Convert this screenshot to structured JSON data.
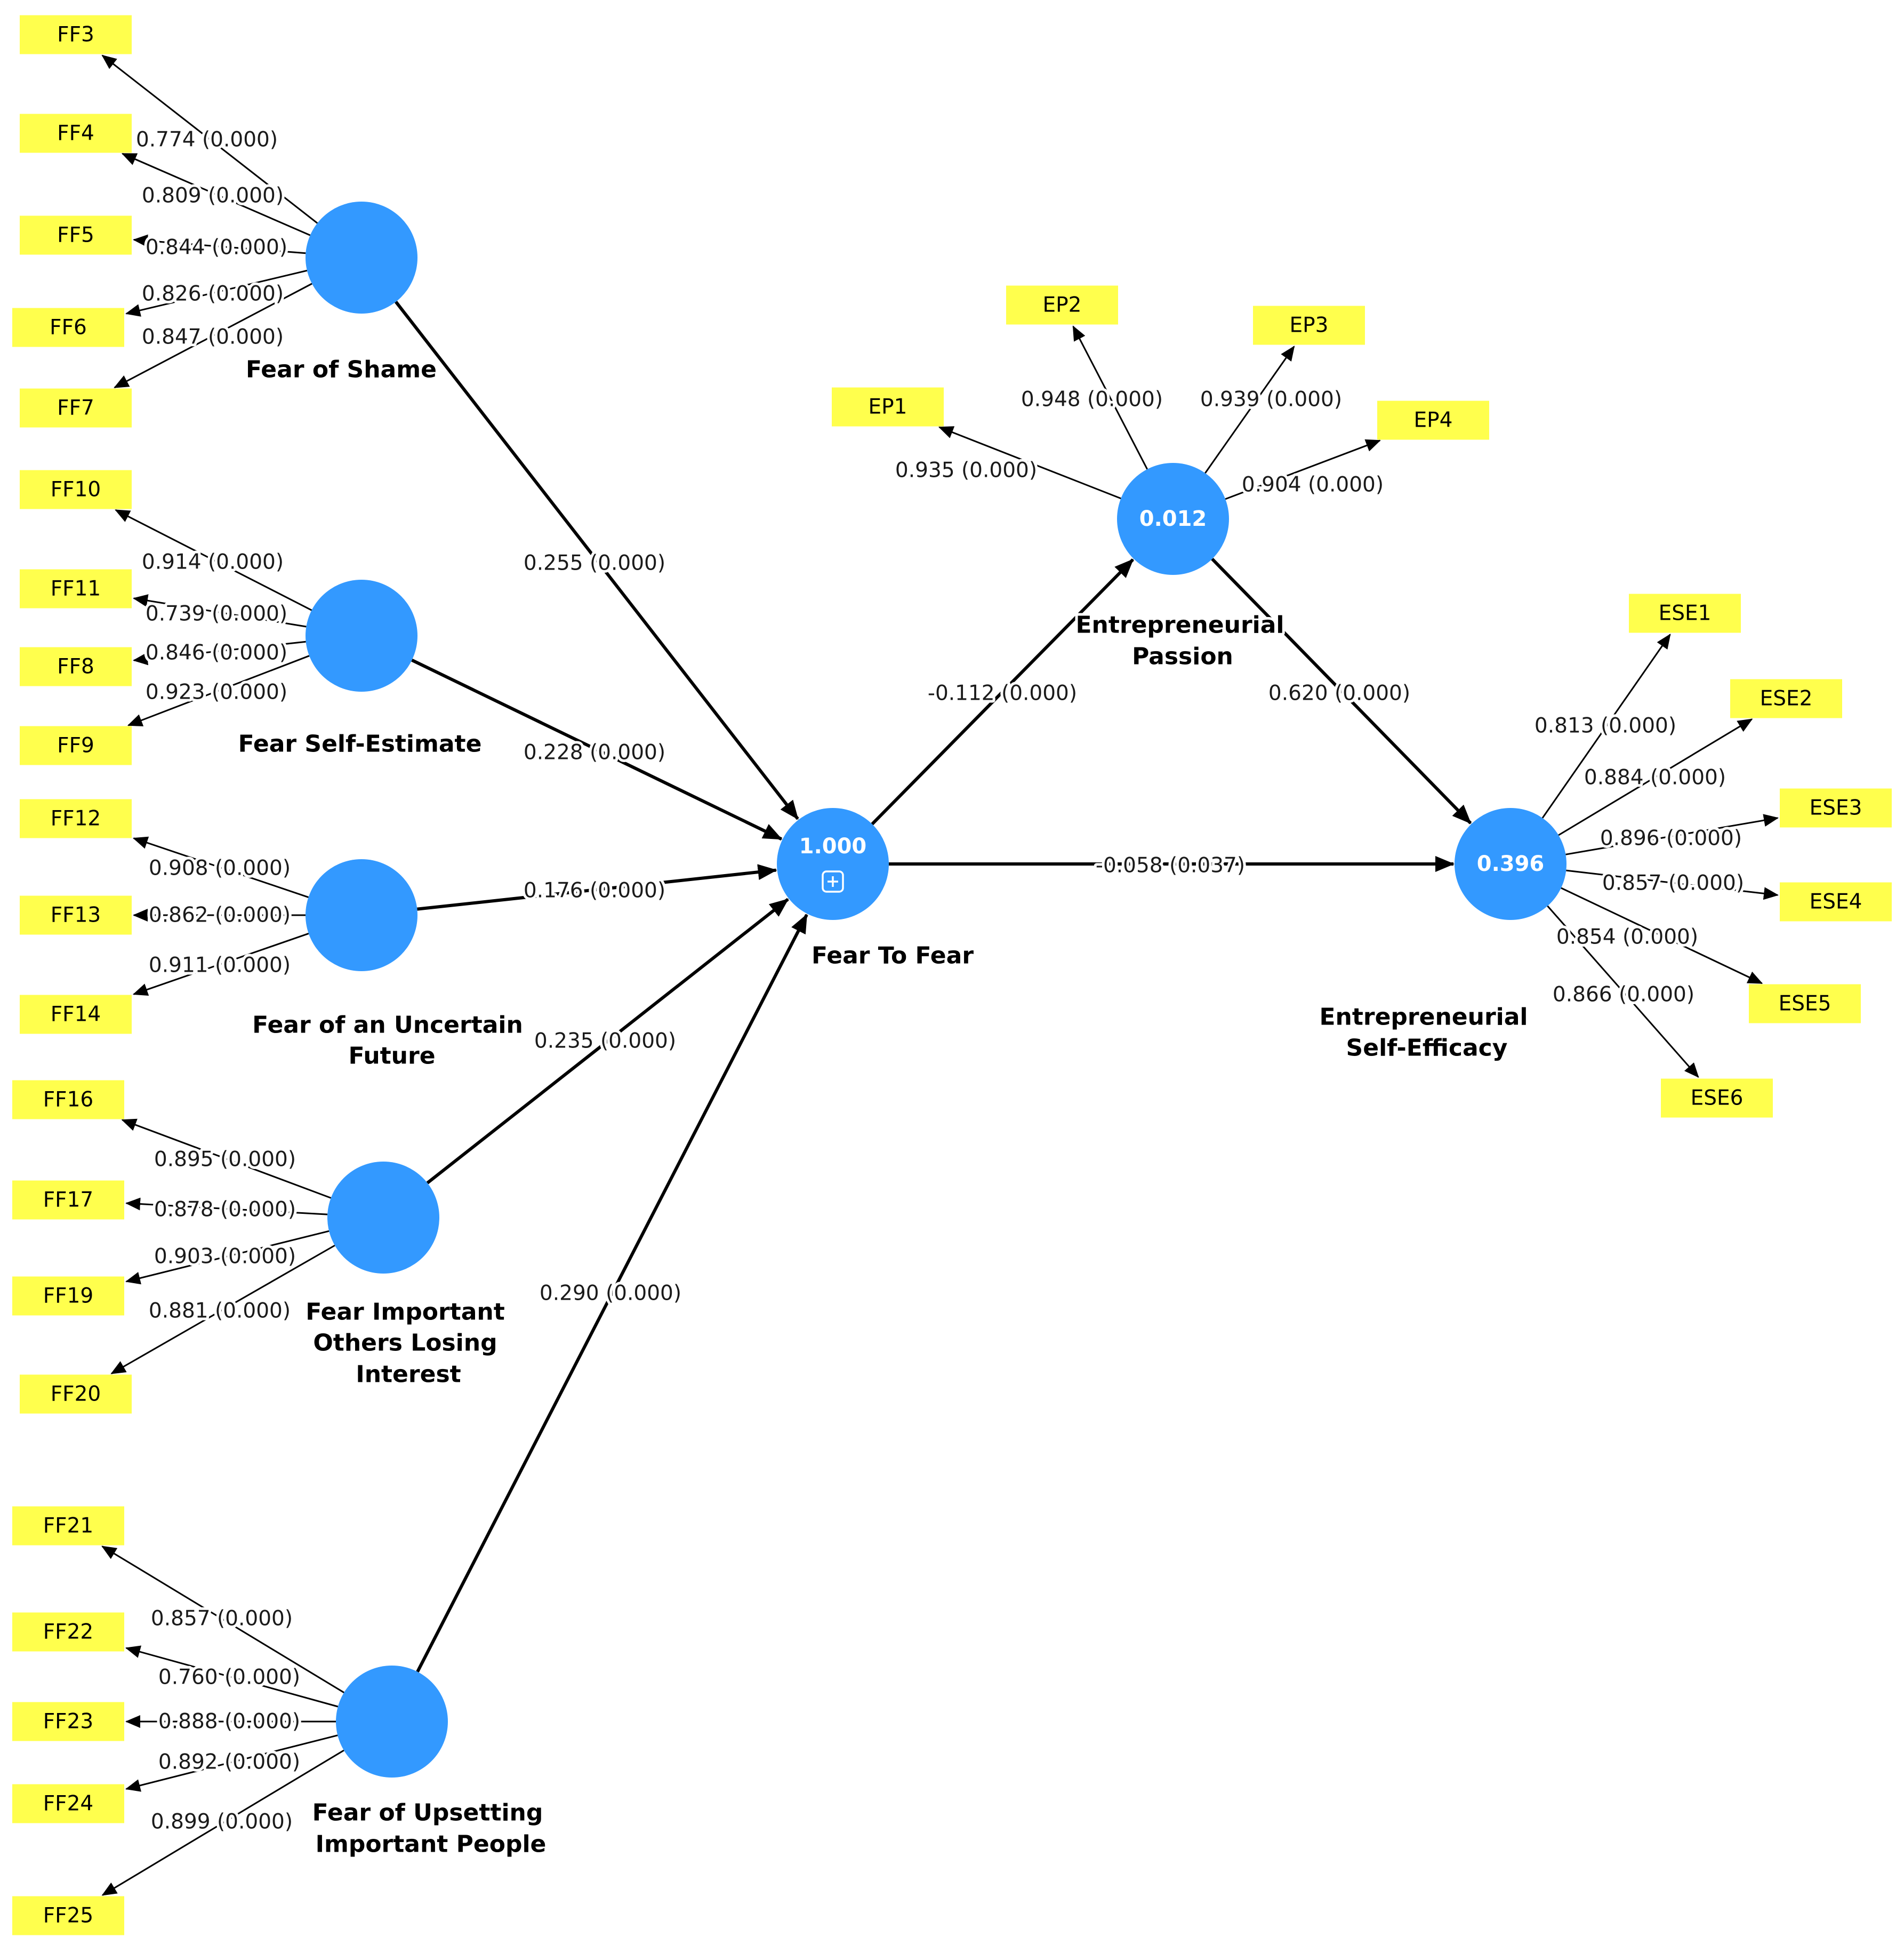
{
  "colors": {
    "latent_fill": "#3399ff",
    "indicator_fill": "#ffff4d",
    "line": "#000000",
    "background": "#ffffff"
  },
  "latent_variables": [
    {
      "id": "fear_of_shame",
      "label_lines": [
        "Fear of Shame"
      ],
      "value": ""
    },
    {
      "id": "fear_self_estimate",
      "label_lines": [
        "Fear Self-Estimate"
      ],
      "value": ""
    },
    {
      "id": "fear_uncertain_future",
      "label_lines": [
        "Fear of an Uncertain",
        "Future"
      ],
      "value": ""
    },
    {
      "id": "fear_important_others",
      "label_lines": [
        "Fear Important",
        "Others Losing",
        "Interest"
      ],
      "value": ""
    },
    {
      "id": "fear_upsetting_people",
      "label_lines": [
        "Fear of Upsetting",
        "Important People"
      ],
      "value": ""
    },
    {
      "id": "fear_to_fear",
      "label_lines": [
        "Fear To Fear"
      ],
      "value": "1.000",
      "expand_icon": "expand-plus-icon"
    },
    {
      "id": "entrepreneurial_passion",
      "label_lines": [
        "Entrepreneurial",
        "Passion"
      ],
      "value": "0.012"
    },
    {
      "id": "entrepreneurial_self_efficacy",
      "label_lines": [
        "Entrepreneurial",
        "Self-Efficacy"
      ],
      "value": "0.396"
    }
  ],
  "indicators": [
    {
      "name": "FF3",
      "parent": "fear_of_shame",
      "loading": "0.774 (0.000)"
    },
    {
      "name": "FF4",
      "parent": "fear_of_shame",
      "loading": "0.809 (0.000)"
    },
    {
      "name": "FF5",
      "parent": "fear_of_shame",
      "loading": "0.844 (0.000)"
    },
    {
      "name": "FF6",
      "parent": "fear_of_shame",
      "loading": "0.826 (0.000)"
    },
    {
      "name": "FF7",
      "parent": "fear_of_shame",
      "loading": "0.847 (0.000)"
    },
    {
      "name": "FF10",
      "parent": "fear_self_estimate",
      "loading": "0.914 (0.000)"
    },
    {
      "name": "FF11",
      "parent": "fear_self_estimate",
      "loading": "0.739 (0.000)"
    },
    {
      "name": "FF8",
      "parent": "fear_self_estimate",
      "loading": "0.846 (0.000)"
    },
    {
      "name": "FF9",
      "parent": "fear_self_estimate",
      "loading": "0.923 (0.000)"
    },
    {
      "name": "FF12",
      "parent": "fear_uncertain_future",
      "loading": "0.908 (0.000)"
    },
    {
      "name": "FF13",
      "parent": "fear_uncertain_future",
      "loading": "0.862 (0.000)"
    },
    {
      "name": "FF14",
      "parent": "fear_uncertain_future",
      "loading": "0.911 (0.000)"
    },
    {
      "name": "FF16",
      "parent": "fear_important_others",
      "loading": "0.895 (0.000)"
    },
    {
      "name": "FF17",
      "parent": "fear_important_others",
      "loading": "0.878 (0.000)"
    },
    {
      "name": "FF19",
      "parent": "fear_important_others",
      "loading": "0.903 (0.000)"
    },
    {
      "name": "FF20",
      "parent": "fear_important_others",
      "loading": "0.881 (0.000)"
    },
    {
      "name": "FF21",
      "parent": "fear_upsetting_people",
      "loading": "0.857 (0.000)"
    },
    {
      "name": "FF22",
      "parent": "fear_upsetting_people",
      "loading": "0.760 (0.000)"
    },
    {
      "name": "FF23",
      "parent": "fear_upsetting_people",
      "loading": "0.888 (0.000)"
    },
    {
      "name": "FF24",
      "parent": "fear_upsetting_people",
      "loading": "0.892 (0.000)"
    },
    {
      "name": "FF25",
      "parent": "fear_upsetting_people",
      "loading": "0.899 (0.000)"
    },
    {
      "name": "EP1",
      "parent": "entrepreneurial_passion",
      "loading": "0.935 (0.000)"
    },
    {
      "name": "EP2",
      "parent": "entrepreneurial_passion",
      "loading": "0.948 (0.000)"
    },
    {
      "name": "EP3",
      "parent": "entrepreneurial_passion",
      "loading": "0.939 (0.000)"
    },
    {
      "name": "EP4",
      "parent": "entrepreneurial_passion",
      "loading": "0.904 (0.000)"
    },
    {
      "name": "ESE1",
      "parent": "entrepreneurial_self_efficacy",
      "loading": "0.813 (0.000)"
    },
    {
      "name": "ESE2",
      "parent": "entrepreneurial_self_efficacy",
      "loading": "0.884 (0.000)"
    },
    {
      "name": "ESE3",
      "parent": "entrepreneurial_self_efficacy",
      "loading": "0.896 (0.000)"
    },
    {
      "name": "ESE4",
      "parent": "entrepreneurial_self_efficacy",
      "loading": "0.857 (0.000)"
    },
    {
      "name": "ESE5",
      "parent": "entrepreneurial_self_efficacy",
      "loading": "0.854 (0.000)"
    },
    {
      "name": "ESE6",
      "parent": "entrepreneurial_self_efficacy",
      "loading": "0.866 (0.000)"
    }
  ],
  "paths": [
    {
      "from": "fear_of_shame",
      "to": "fear_to_fear",
      "coefficient": "0.255 (0.000)"
    },
    {
      "from": "fear_self_estimate",
      "to": "fear_to_fear",
      "coefficient": "0.228 (0.000)"
    },
    {
      "from": "fear_uncertain_future",
      "to": "fear_to_fear",
      "coefficient": "0.176 (0.000)"
    },
    {
      "from": "fear_important_others",
      "to": "fear_to_fear",
      "coefficient": "0.235 (0.000)"
    },
    {
      "from": "fear_upsetting_people",
      "to": "fear_to_fear",
      "coefficient": "0.290 (0.000)"
    },
    {
      "from": "fear_to_fear",
      "to": "entrepreneurial_passion",
      "coefficient": "-0.112 (0.000)"
    },
    {
      "from": "fear_to_fear",
      "to": "entrepreneurial_self_efficacy",
      "coefficient": "-0.058 (0.037)"
    },
    {
      "from": "entrepreneurial_passion",
      "to": "entrepreneurial_self_efficacy",
      "coefficient": "0.620 (0.000)"
    }
  ]
}
